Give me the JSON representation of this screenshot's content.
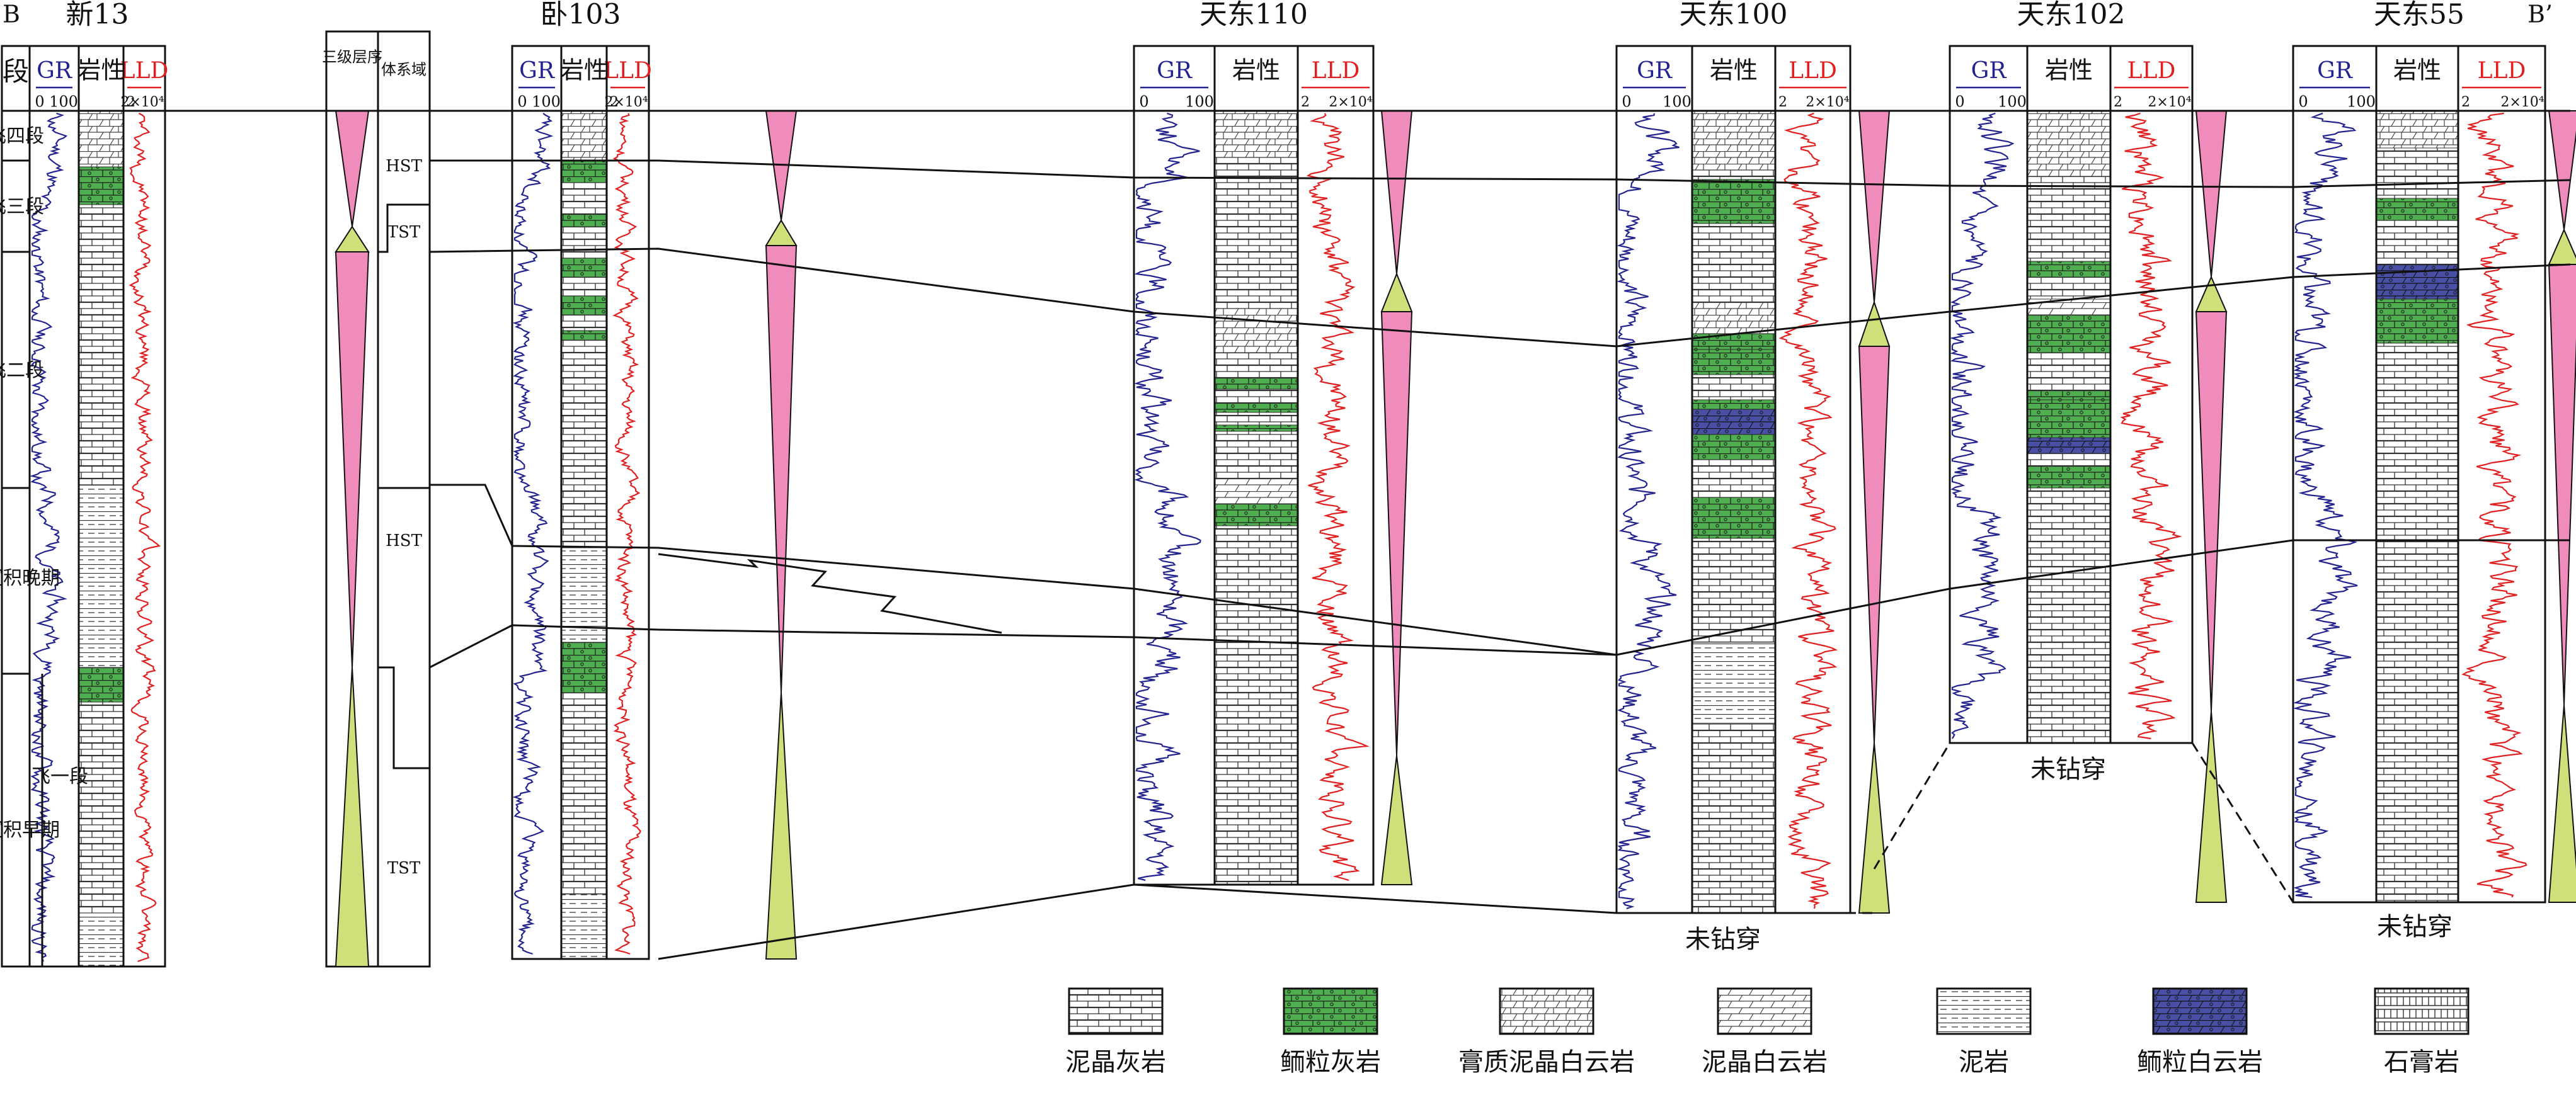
{
  "section_endpoints": {
    "left": "B",
    "right": "B’"
  },
  "headers": {
    "stage": "段",
    "gr": "GR",
    "lith": "岩性",
    "lld": "LLD",
    "third_order": "三级层序",
    "systems_tract": "体系域"
  },
  "scales": {
    "gr": [
      "0",
      "100"
    ],
    "lld": [
      "2",
      "2×10⁴"
    ]
  },
  "wells": [
    {
      "id": "x13",
      "name": "新13"
    },
    {
      "id": "w103",
      "name": "卧103"
    },
    {
      "id": "td110",
      "name": "天东110"
    },
    {
      "id": "td100",
      "name": "天东100"
    },
    {
      "id": "td102",
      "name": "天东102"
    },
    {
      "id": "td55",
      "name": "天东55"
    }
  ],
  "stages": [
    {
      "id": "fei4",
      "label": "飞四段"
    },
    {
      "id": "fei3",
      "label": "飞三段"
    },
    {
      "id": "fei2",
      "label": "飞二段"
    },
    {
      "id": "fei1",
      "label": "飞一段"
    },
    {
      "id": "late",
      "label": "沉积晚期"
    },
    {
      "id": "early",
      "label": "沉积早期"
    }
  ],
  "systems_tracts": [
    "HST",
    "TST",
    "HST",
    "TST"
  ],
  "not_penetrated": "未钻穿",
  "legend": [
    {
      "id": "micrite-limestone",
      "label": "泥晶灰岩"
    },
    {
      "id": "oolitic-limestone",
      "label": "鲕粒灰岩",
      "color": "#4fae4f"
    },
    {
      "id": "gypsum-micrite-dolomite",
      "label": "膏质泥晶白云岩"
    },
    {
      "id": "micrite-dolomite",
      "label": "泥晶白云岩"
    },
    {
      "id": "mudstone",
      "label": "泥岩"
    },
    {
      "id": "oolitic-dolomite",
      "label": "鲕粒白云岩",
      "color": "#4a4fa6"
    },
    {
      "id": "gypsum-rock",
      "label": "石膏岩"
    }
  ],
  "colors": {
    "gr_curve": "#23238f",
    "lld_curve": "#e02020",
    "hst_triangle": "#f08cbc",
    "tst_triangle": "#cfe07a"
  }
}
